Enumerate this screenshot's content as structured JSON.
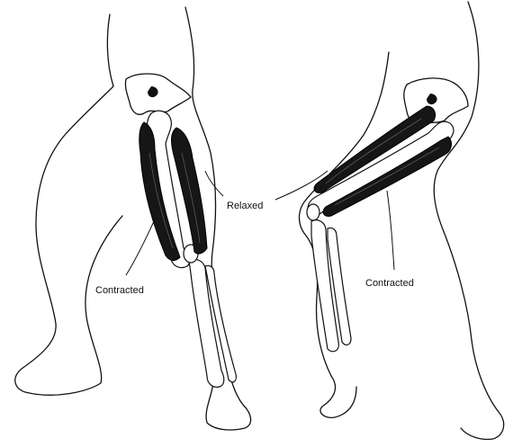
{
  "labels": {
    "relaxed": "Relaxed",
    "contracted_left": "Contracted",
    "contracted_right": "Contracted"
  }
}
